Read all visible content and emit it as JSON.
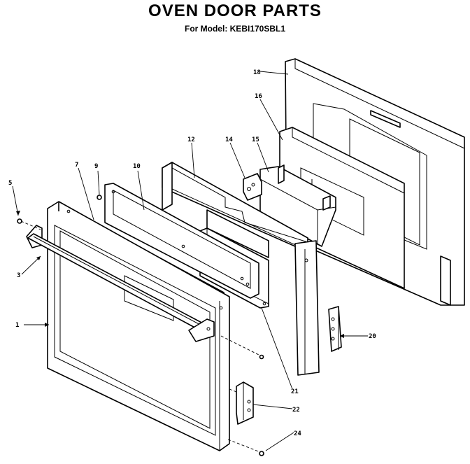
{
  "title": "OVEN DOOR PARTS",
  "subtitle": "For Model: KEBI170SBL1",
  "callouts": {
    "p1": "1",
    "p3": "3",
    "p5": "5",
    "p7": "7",
    "p9": "9",
    "p10": "10",
    "p12": "12",
    "p14": "14",
    "p15": "15",
    "p16": "16",
    "p18": "18",
    "p20": "20",
    "p21": "21",
    "p22": "22",
    "p24": "24"
  }
}
